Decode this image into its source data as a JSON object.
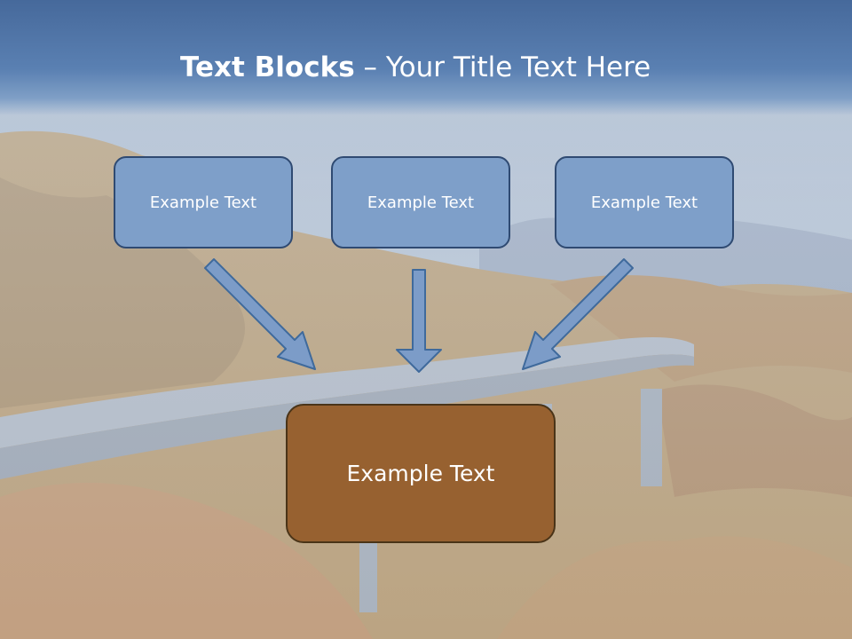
{
  "slide": {
    "title_bold": "Text Blocks",
    "title_rest": " – Your Title Text Here",
    "blocks": [
      {
        "label": "Example Text"
      },
      {
        "label": "Example Text"
      },
      {
        "label": "Example Text"
      }
    ],
    "target": {
      "label": "Example Text"
    }
  },
  "colors": {
    "header": "#5a80b2",
    "block_fill": "#7e9fc9",
    "block_border": "#2f4a72",
    "target_fill": "#976130",
    "arrow_fill": "#7c9cc8"
  },
  "icons": [
    "arrow-down-right-icon",
    "arrow-down-icon",
    "arrow-down-left-icon"
  ]
}
